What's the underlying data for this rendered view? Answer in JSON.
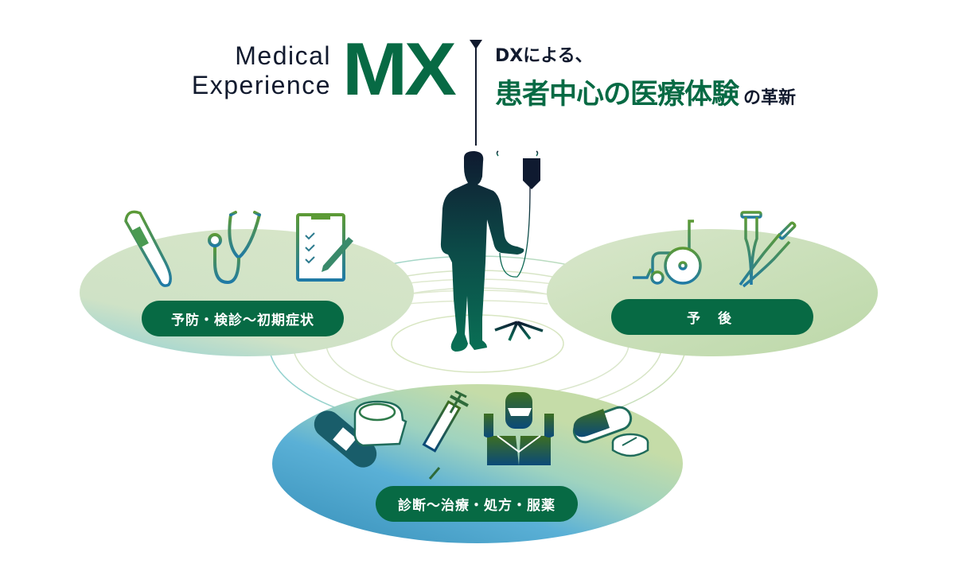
{
  "header": {
    "title_en_line1": "Medical",
    "title_en_line2": "Experience",
    "title_abbr": "MX",
    "subtitle_line1": "DXによる、",
    "subtitle_highlight": "患者中心の医療体験",
    "subtitle_rest": "の革新"
  },
  "stages": [
    {
      "id": "prevention",
      "label": "予防・検診〜初期症状",
      "icons": [
        "thermometer-icon",
        "stethoscope-icon",
        "clipboard-checklist-icon"
      ]
    },
    {
      "id": "prognosis",
      "label": "予 後",
      "icons": [
        "wheelchair-icon",
        "crutches-icon"
      ]
    },
    {
      "id": "treatment",
      "label": "診断〜治療・処方・服薬",
      "icons": [
        "bandage-icon",
        "syringe-icon",
        "surgeon-icon",
        "pills-icon"
      ]
    }
  ],
  "center": {
    "figure": "patient-with-iv-stand"
  },
  "colors": {
    "brand_green": "#076a44",
    "navy_text": "#111a2e",
    "light_green": "#cfe0bf",
    "teal_blue": "#4aa3c8"
  }
}
